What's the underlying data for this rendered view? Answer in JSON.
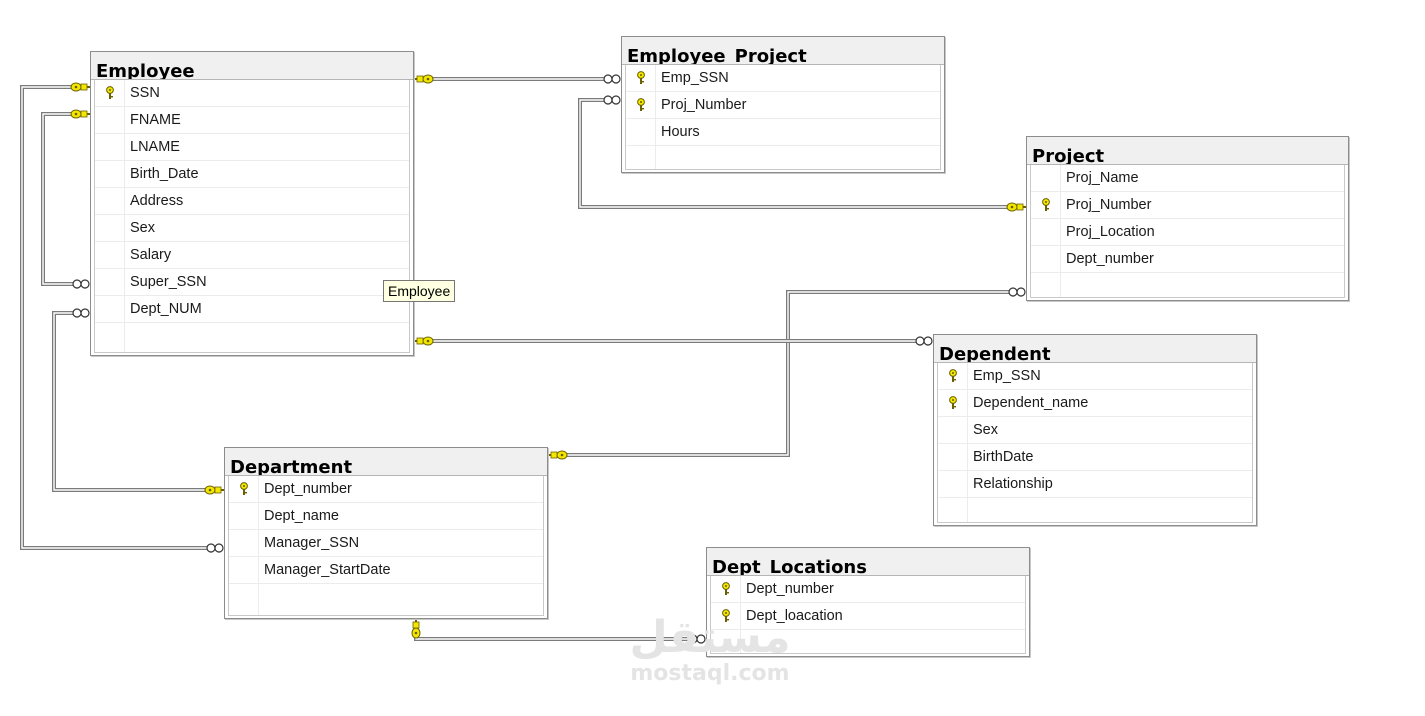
{
  "tables": {
    "employee": {
      "title": "Employee",
      "columns": [
        {
          "name": "SSN",
          "pk": true
        },
        {
          "name": "FNAME",
          "pk": false
        },
        {
          "name": "LNAME",
          "pk": false
        },
        {
          "name": "Birth_Date",
          "pk": false
        },
        {
          "name": "Address",
          "pk": false
        },
        {
          "name": "Sex",
          "pk": false
        },
        {
          "name": "Salary",
          "pk": false
        },
        {
          "name": "Super_SSN",
          "pk": false
        },
        {
          "name": "Dept_NUM",
          "pk": false
        }
      ]
    },
    "employee_project": {
      "title": "Employee_Project",
      "columns": [
        {
          "name": "Emp_SSN",
          "pk": true
        },
        {
          "name": "Proj_Number",
          "pk": true
        },
        {
          "name": "Hours",
          "pk": false
        }
      ]
    },
    "project": {
      "title": "Project",
      "columns": [
        {
          "name": "Proj_Name",
          "pk": false
        },
        {
          "name": "Proj_Number",
          "pk": true
        },
        {
          "name": "Proj_Location",
          "pk": false
        },
        {
          "name": "Dept_number",
          "pk": false
        }
      ]
    },
    "dependent": {
      "title": "Dependent",
      "columns": [
        {
          "name": "Emp_SSN",
          "pk": true
        },
        {
          "name": "Dependent_name",
          "pk": true
        },
        {
          "name": "Sex",
          "pk": false
        },
        {
          "name": "BirthDate",
          "pk": false
        },
        {
          "name": "Relationship",
          "pk": false
        }
      ]
    },
    "department": {
      "title": "Department",
      "columns": [
        {
          "name": "Dept_number",
          "pk": true
        },
        {
          "name": "Dept_name",
          "pk": false
        },
        {
          "name": "Manager_SSN",
          "pk": false
        },
        {
          "name": "Manager_StartDate",
          "pk": false
        }
      ]
    },
    "dept_locations": {
      "title": "Dept_Locations",
      "columns": [
        {
          "name": "Dept_number",
          "pk": true
        },
        {
          "name": "Dept_loacation",
          "pk": true
        }
      ]
    }
  },
  "tooltip": "Employee",
  "watermark": {
    "arabic": "مستقل",
    "latin": "mostaql.com"
  },
  "colors": {
    "key_fill": "#f3e600",
    "key_stroke": "#6b6000",
    "line": "#7a7a7a"
  },
  "icons": {
    "primary_key": "key-icon",
    "relationship_one": "key-connector-icon",
    "relationship_many": "infinity-connector-icon"
  }
}
